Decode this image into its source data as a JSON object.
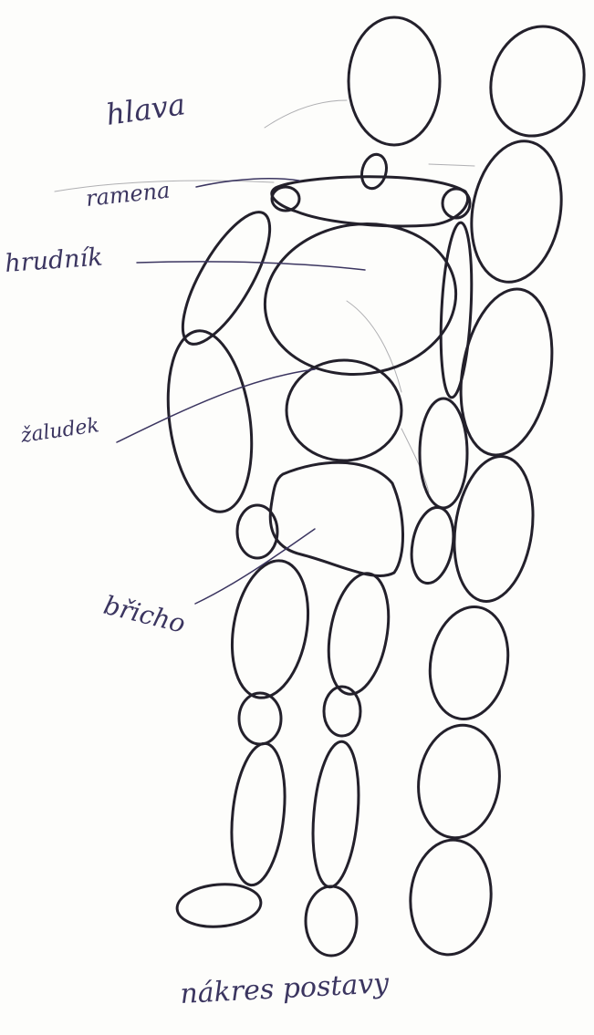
{
  "drawing": {
    "labels": {
      "hlava": "hlava",
      "ramena": "ramena",
      "hrudnik": "hrudník",
      "zaludek": "žaludek",
      "bricho": "břicho",
      "caption": "nákres postavy"
    },
    "colors": {
      "paper": "#fdfdfb",
      "ink": "#23202b",
      "pencil": "#7b7b82",
      "label_ink": "#3b3560"
    }
  }
}
